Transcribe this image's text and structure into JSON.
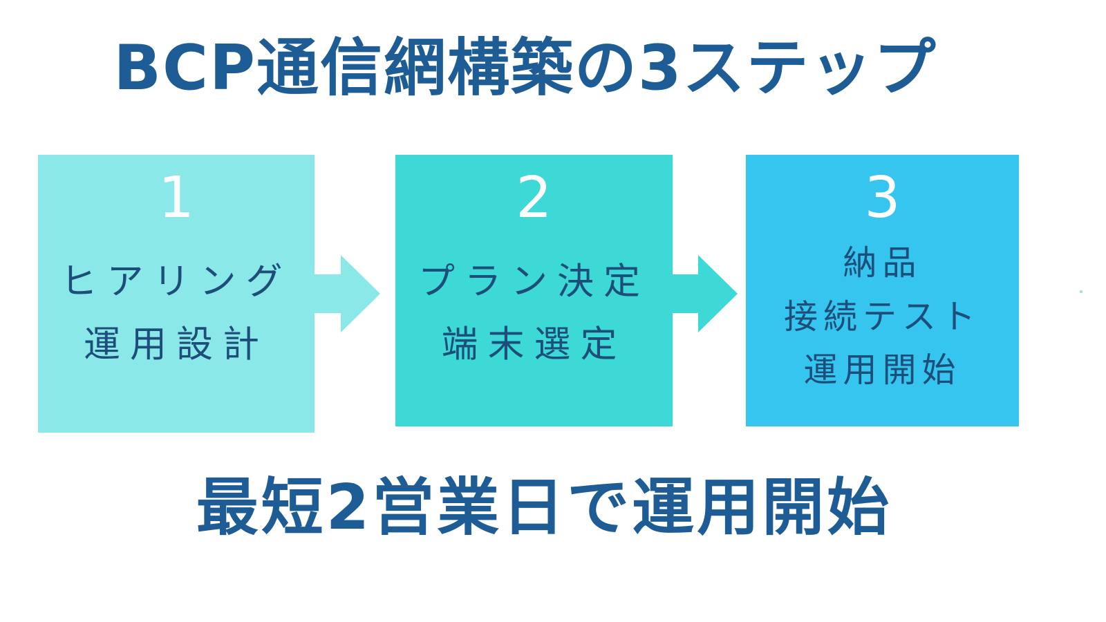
{
  "title": {
    "text": "BCP通信網構築の3ステップ",
    "color": "#1d5c94"
  },
  "steps": [
    {
      "number": "1",
      "number_color": "#ffffff",
      "lines": [
        "ヒアリング",
        "運用設計"
      ],
      "bg_color": "#8be8e8",
      "text_color": "#1d4e79"
    },
    {
      "number": "2",
      "number_color": "#ffffff",
      "lines": [
        "プラン決定",
        "端末選定"
      ],
      "bg_color": "#3dd9d6",
      "text_color": "#1d4e79"
    },
    {
      "number": "3",
      "number_color": "#ffffff",
      "lines": [
        "納品",
        "接続テスト",
        "運用開始"
      ],
      "bg_color": "#35c5ef",
      "text_color": "#1d4e79"
    }
  ],
  "arrows": [
    {
      "direction": "right",
      "color": "#8be8e8"
    },
    {
      "direction": "right",
      "color": "#3dd9d6"
    }
  ],
  "footer": {
    "text": "最短2営業日で運用開始",
    "color": "#1d5c94"
  },
  "background_color": "#ffffff",
  "artifact_speck_color": "#a9def2"
}
